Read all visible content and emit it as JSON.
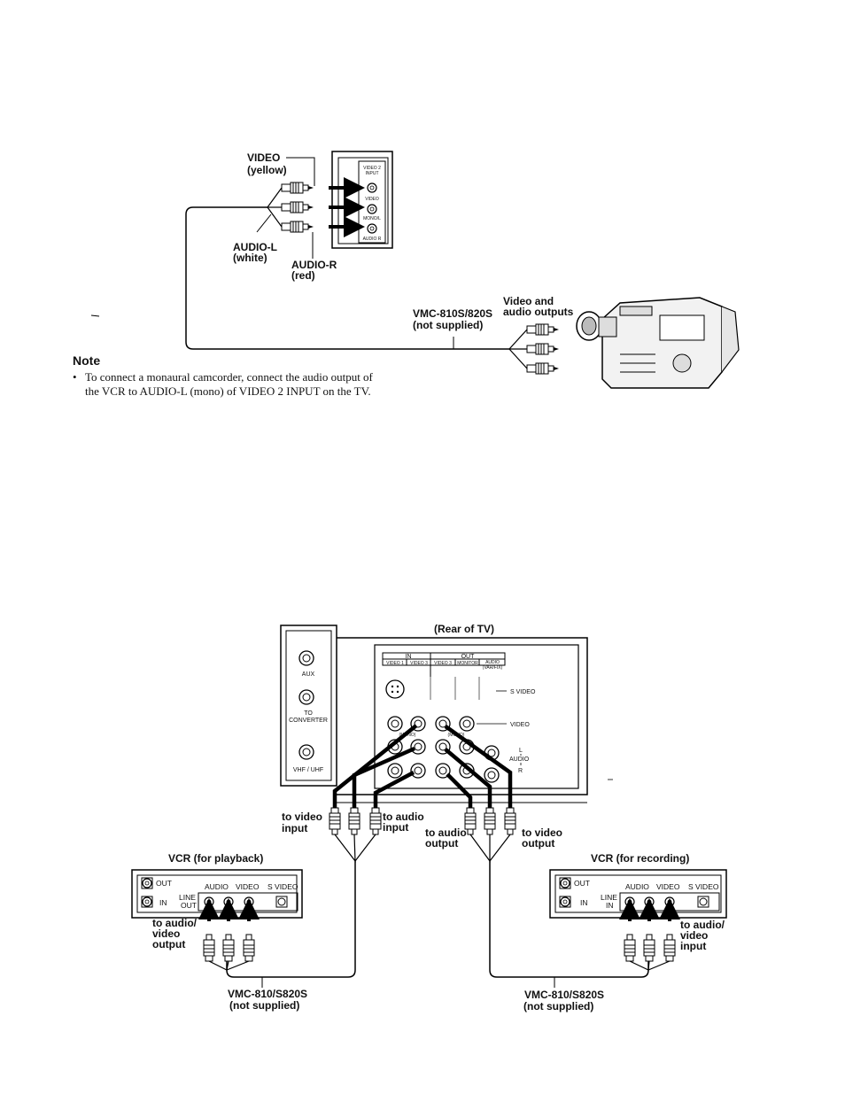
{
  "diagram1": {
    "labels": {
      "video": "VIDEO",
      "video_color": "(yellow)",
      "audio_l": "AUDIO-L",
      "audio_l_color": "(white)",
      "audio_r": "AUDIO-R",
      "audio_r_color": "(red)",
      "cable": "VMC-810S/820S",
      "cable_note": "(not supplied)",
      "camcorder_out_1": "Video and",
      "camcorder_out_2": "audio outputs"
    },
    "tv_panel": {
      "title_1": "VIDEO 2",
      "title_2": "INPUT",
      "video": "VIDEO",
      "mono": "MONO/L",
      "audio_r": "AUDIO R"
    }
  },
  "note": {
    "heading": "Note",
    "bullet": "•",
    "text_1": "To connect a monaural camcorder, connect the audio output of",
    "text_2": "the VCR to AUDIO-L (mono) of VIDEO 2 INPUT on the TV."
  },
  "diagram2": {
    "rear_title": "(Rear of TV)",
    "side_panel": {
      "aux": "AUX",
      "to": "TO",
      "converter": "CONVERTER",
      "vhf": "VHF / UHF"
    },
    "jack_panel": {
      "in": "IN",
      "out": "OUT",
      "col_video1": "VIDEO 1",
      "col_video3": "VIDEO 3",
      "col_video3_out": "VIDEO 3",
      "col_monitor": "MONITOR",
      "col_audio_1": "AUDIO",
      "col_audio_2": "(VAR/FIX)",
      "mono_1": "(MONO)",
      "mono_2": "(MONO)",
      "s_video": "S VIDEO",
      "video": "VIDEO",
      "l": "L",
      "audio": "AUDIO",
      "r": "R"
    },
    "labels": {
      "to_video_input_1": "to video",
      "to_video_input_2": "input",
      "to_audio_input_1": "to audio",
      "to_audio_input_2": "input",
      "to_audio_output_1": "to audio",
      "to_audio_output_2": "output",
      "to_video_output_1": "to video",
      "to_video_output_2": "output",
      "to_av_output_1": "to audio/",
      "to_av_output_2": "video",
      "to_av_output_3": "output",
      "to_av_input_1": "to audio/",
      "to_av_input_2": "video",
      "to_av_input_3": "input"
    },
    "vcr_playback": {
      "title": "VCR (for playback)",
      "out": "OUT",
      "in": "IN",
      "line": "LINE",
      "line_dir": "OUT",
      "audio": "AUDIO",
      "video": "VIDEO",
      "s_video": "S VIDEO"
    },
    "vcr_recording": {
      "title": "VCR (for recording)",
      "out": "OUT",
      "in": "IN",
      "line": "LINE",
      "line_dir": "IN",
      "audio": "AUDIO",
      "video": "VIDEO",
      "s_video": "S VIDEO"
    },
    "cable_left": "VMC-810/S820S",
    "cable_left_note": "(not supplied)",
    "cable_right": "VMC-810/S820S",
    "cable_right_note": "(not supplied)"
  }
}
